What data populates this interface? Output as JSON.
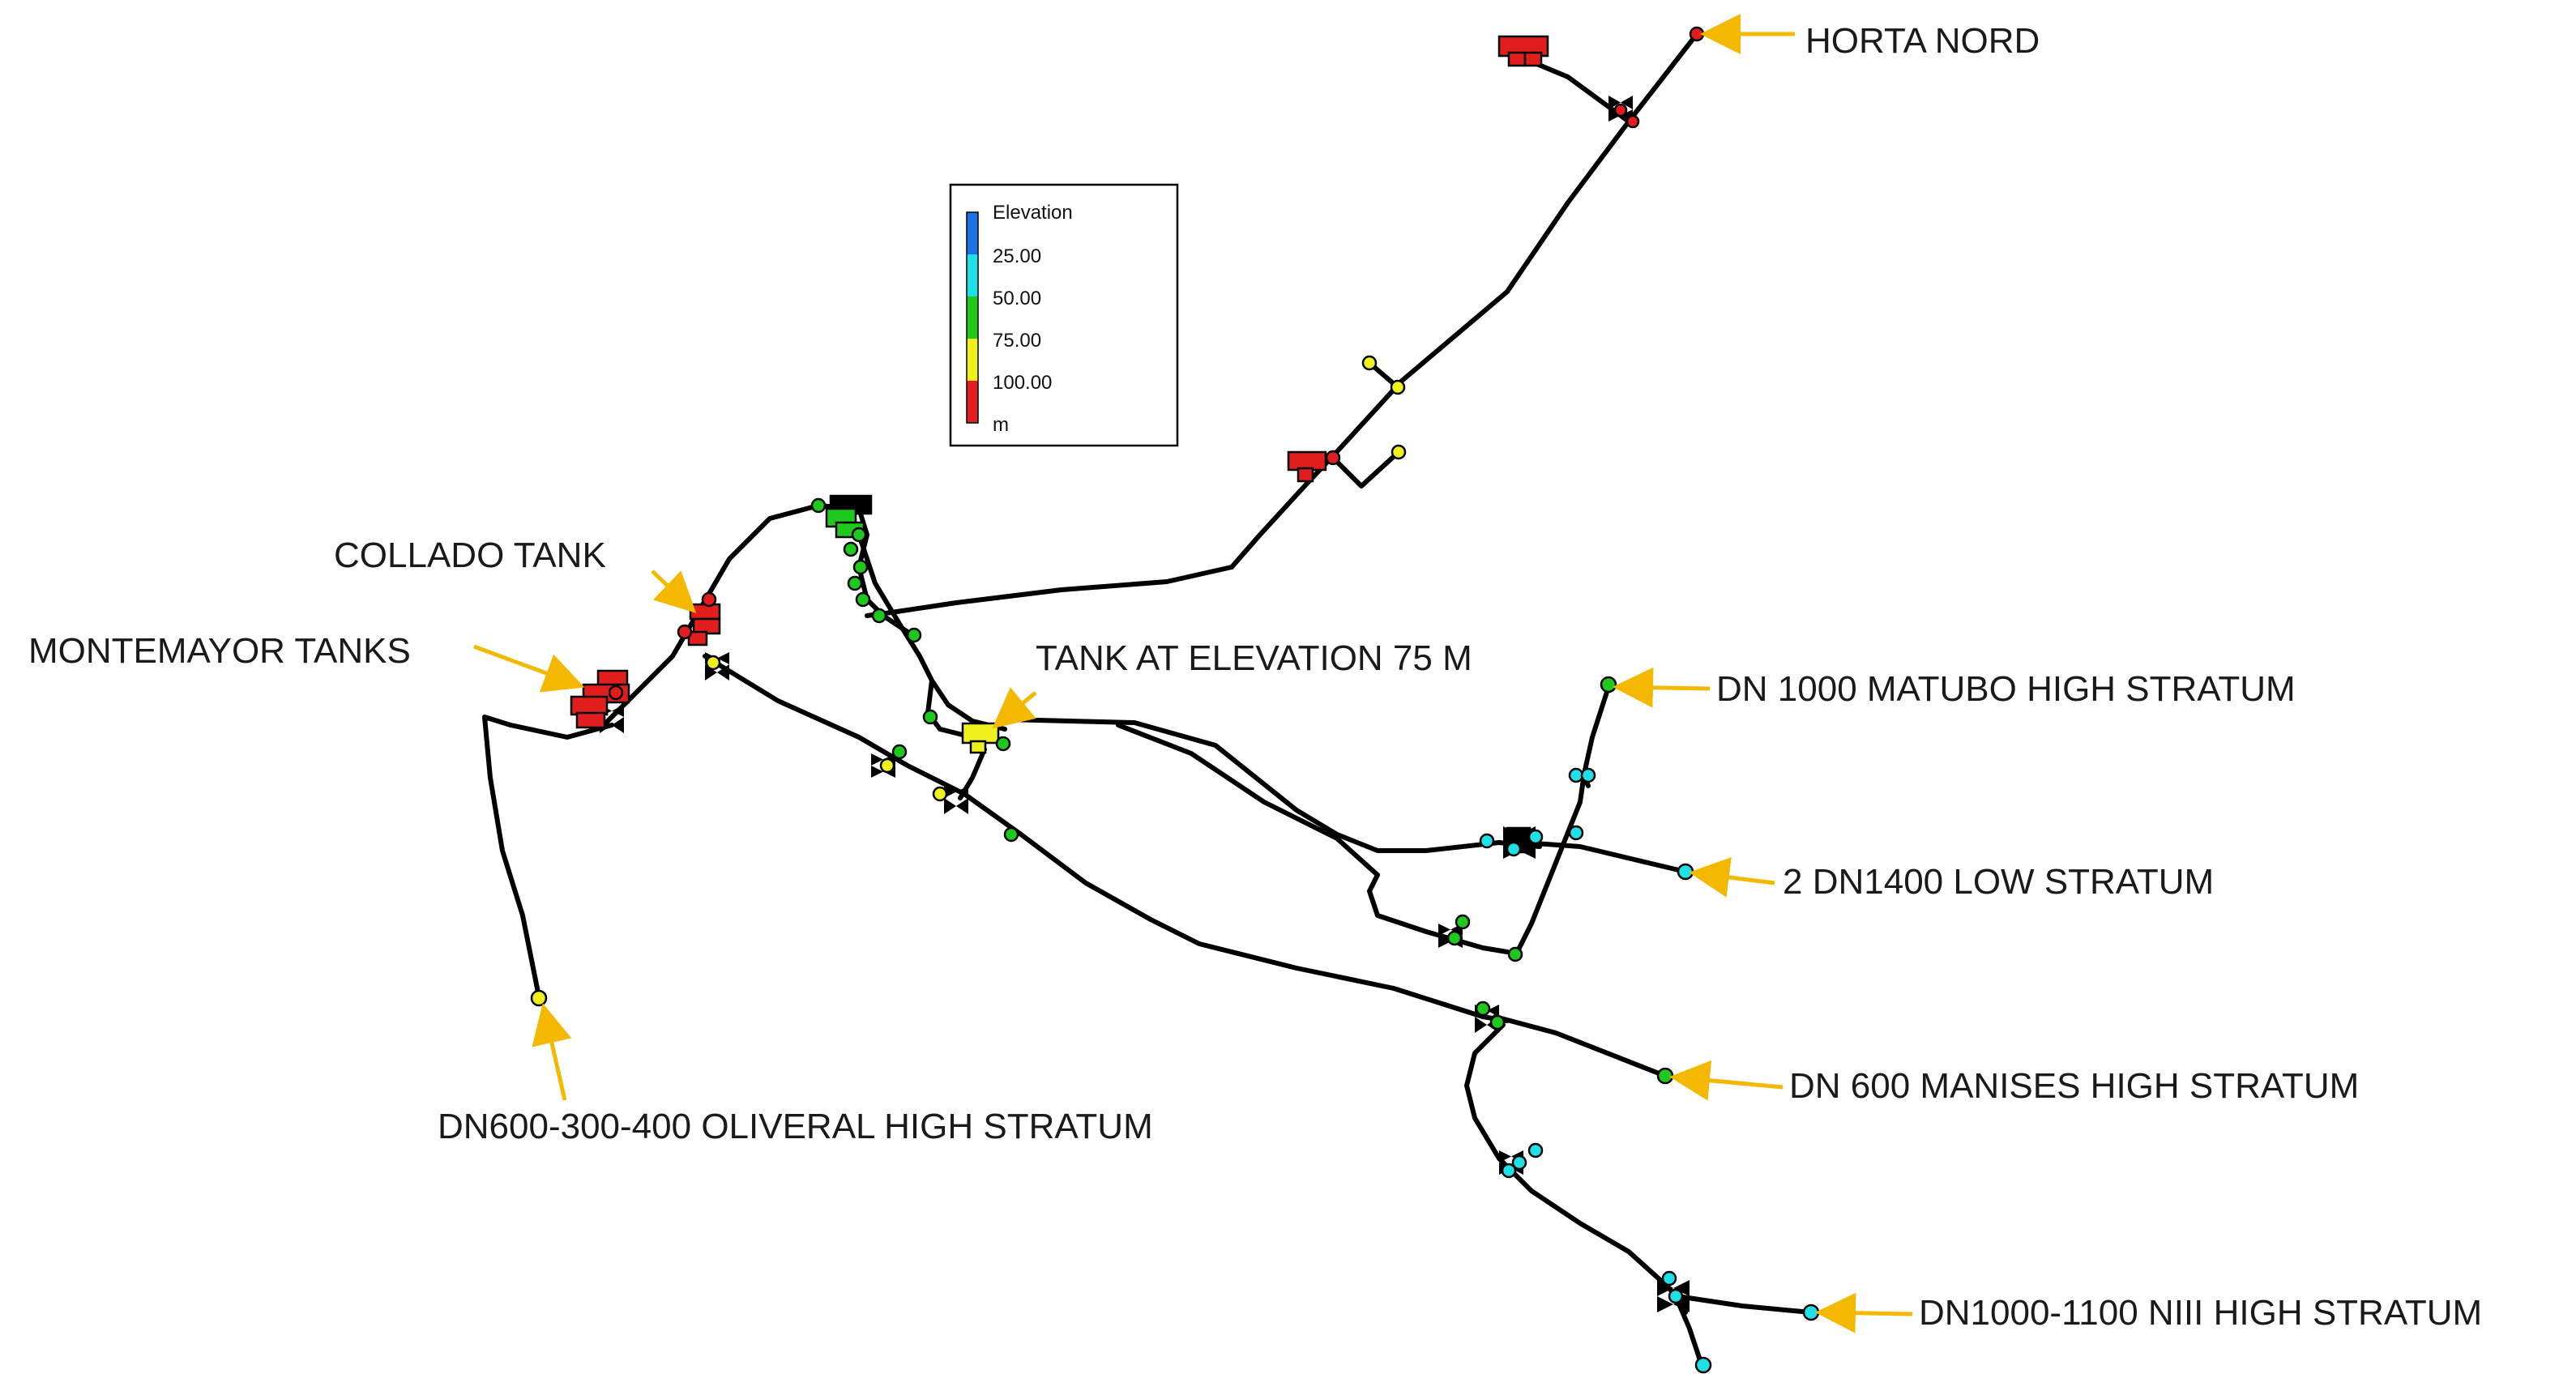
{
  "legend": {
    "title": "Elevation",
    "values": [
      "25.00",
      "50.00",
      "75.00",
      "100.00"
    ],
    "unit": "m",
    "colors": [
      "#1e6fe0",
      "#1ee0e6",
      "#1ec81e",
      "#f0f01e",
      "#e01e1e"
    ]
  },
  "labels": {
    "horta_nord": "HORTA NORD",
    "collado_tank": "COLLADO TANK",
    "montemayor_tanks": "MONTEMAYOR TANKS",
    "tank_75": "TANK AT ELEVATION 75 M",
    "matubo": "DN 1000 MATUBO HIGH STRATUM",
    "low_stratum": "2 DN1400 LOW STRATUM",
    "manises": "DN 600 MANISES HIGH STRATUM",
    "niii": "DN1000-1100 NIII HIGH STRATUM",
    "oliveral": "DN600-300-400 OLIVERAL HIGH STRATUM"
  },
  "colors": {
    "pipe": "#000000",
    "arrow": "#f5b800",
    "red": "#e01e1e",
    "yellow": "#f0f01e",
    "green": "#1ec81e",
    "cyan": "#1ee0e6"
  }
}
